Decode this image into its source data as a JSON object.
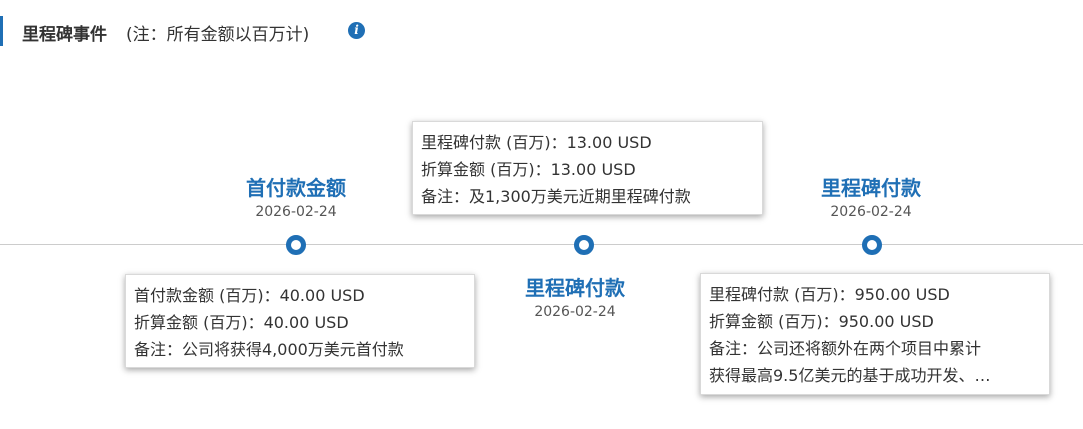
{
  "header": {
    "title": "里程碑事件",
    "note": "(注：所有金额以百万计)",
    "info_icon": "i"
  },
  "milestones": [
    {
      "title": "首付款金额",
      "date": "2026-02-24",
      "detail": {
        "amount": "首付款金额 (百万)：40.00 USD",
        "converted": "折算金额 (百万)：40.00 USD",
        "note": "备注：公司将获得4,000万美元首付款"
      }
    },
    {
      "title": "里程碑付款",
      "date": "2026-02-24",
      "detail": {
        "amount": "里程碑付款 (百万)：13.00 USD",
        "converted": "折算金额 (百万)：13.00 USD",
        "note": "备注：及1,300万美元近期里程碑付款"
      }
    },
    {
      "title": "里程碑付款",
      "date": "2026-02-24",
      "detail": {
        "amount": "里程碑付款 (百万)：950.00 USD",
        "converted": "折算金额 (百万)：950.00 USD",
        "note_line1": "备注：公司还将额外在两个项目中累计",
        "note_line2": "获得最高9.5亿美元的基于成功开发、…"
      }
    }
  ],
  "colors": {
    "accent": "#1f6fb5",
    "timeline": "#cccccc"
  }
}
